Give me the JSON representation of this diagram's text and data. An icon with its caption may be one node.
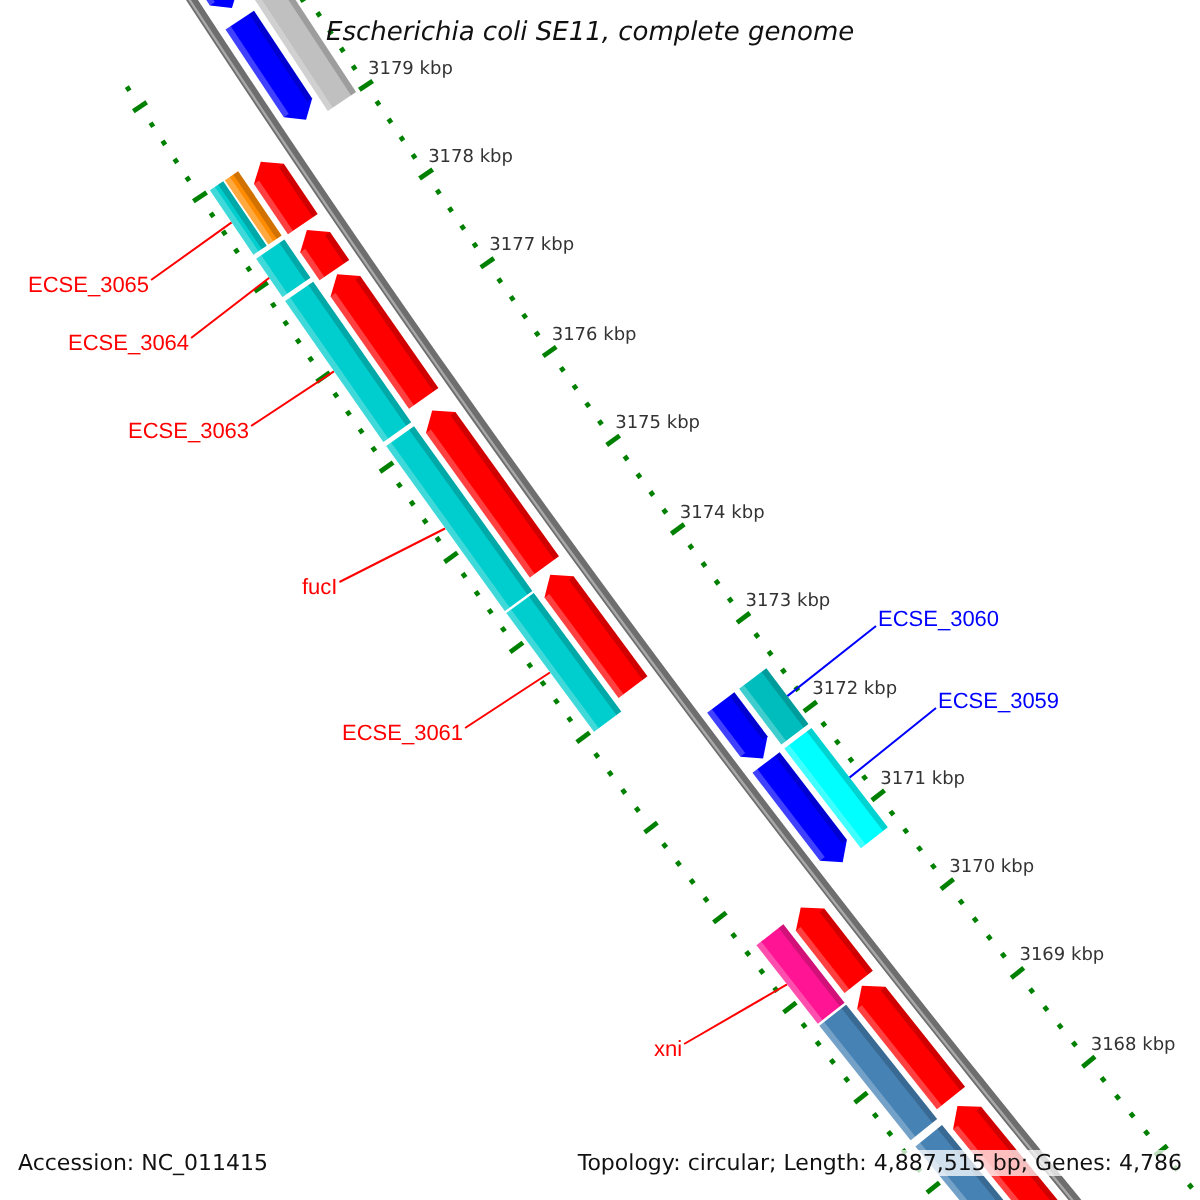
{
  "diagram": {
    "title": "Escherichia coli SE11, complete genome",
    "nodes": [
      {
        "text": [
          "ECSE_3065"
        ]
      },
      {
        "text": [],
        "shape": "bar"
      },
      {
        "text": [
          "ECSE_3064"
        ]
      },
      {
        "text": [],
        "shape": "bar"
      },
      {
        "text": [
          "ECSE_3063"
        ]
      },
      {
        "text": [],
        "shape": "bar"
      },
      {
        "text": [
          "fucI"
        ]
      },
      {
        "text": [],
        "shape": "bar"
      },
      {
        "text": [
          "ECSE_3060"
        ]
      },
      {
        "text": [],
        "shape": "bar"
      },
      {
        "text": [
          "ECSE_3059"
        ]
      },
      {
        "text": [],
        "shape": "bar"
      },
      {
        "text": [
          "ECSE_3061"
        ]
      },
      {
        "text": [],
        "shape": "bar"
      },
      {
        "text": [
          "xni"
        ]
      },
      {
        "text": [],
        "shape": "bar"
      }
    ],
    "edges": [
      {
        "from": 0,
        "to": 1,
        "arrow": "none"
      },
      {
        "from": 2,
        "to": 3,
        "arrow": "none"
      },
      {
        "from": 4,
        "to": 5,
        "arrow": "none"
      },
      {
        "from": 6,
        "to": 7,
        "arrow": "none"
      },
      {
        "from": 8,
        "to": 9,
        "arrow": "none",
        "color": "#0000ff"
      },
      {
        "from": 10,
        "to": 11,
        "arrow": "none",
        "color": "#0000ff"
      },
      {
        "from": 12,
        "to": 13,
        "arrow": "none"
      },
      {
        "from": 14,
        "to": 15,
        "arrow": "none"
      }
    ],
    "labels": [
      "3179 kbp",
      "3178 kbp",
      "3177 kbp",
      "3176 kbp",
      "3175 kbp",
      "3174 kbp",
      "3173 kbp",
      "3172 kbp",
      "3171 kbp",
      "3170 kbp",
      "3169 kbp",
      "3168 kbp",
      "Accession: NC_011415",
      "Topology: circular; Length: 4,887,515 bp; Genes: 4,786"
    ]
  }
}
